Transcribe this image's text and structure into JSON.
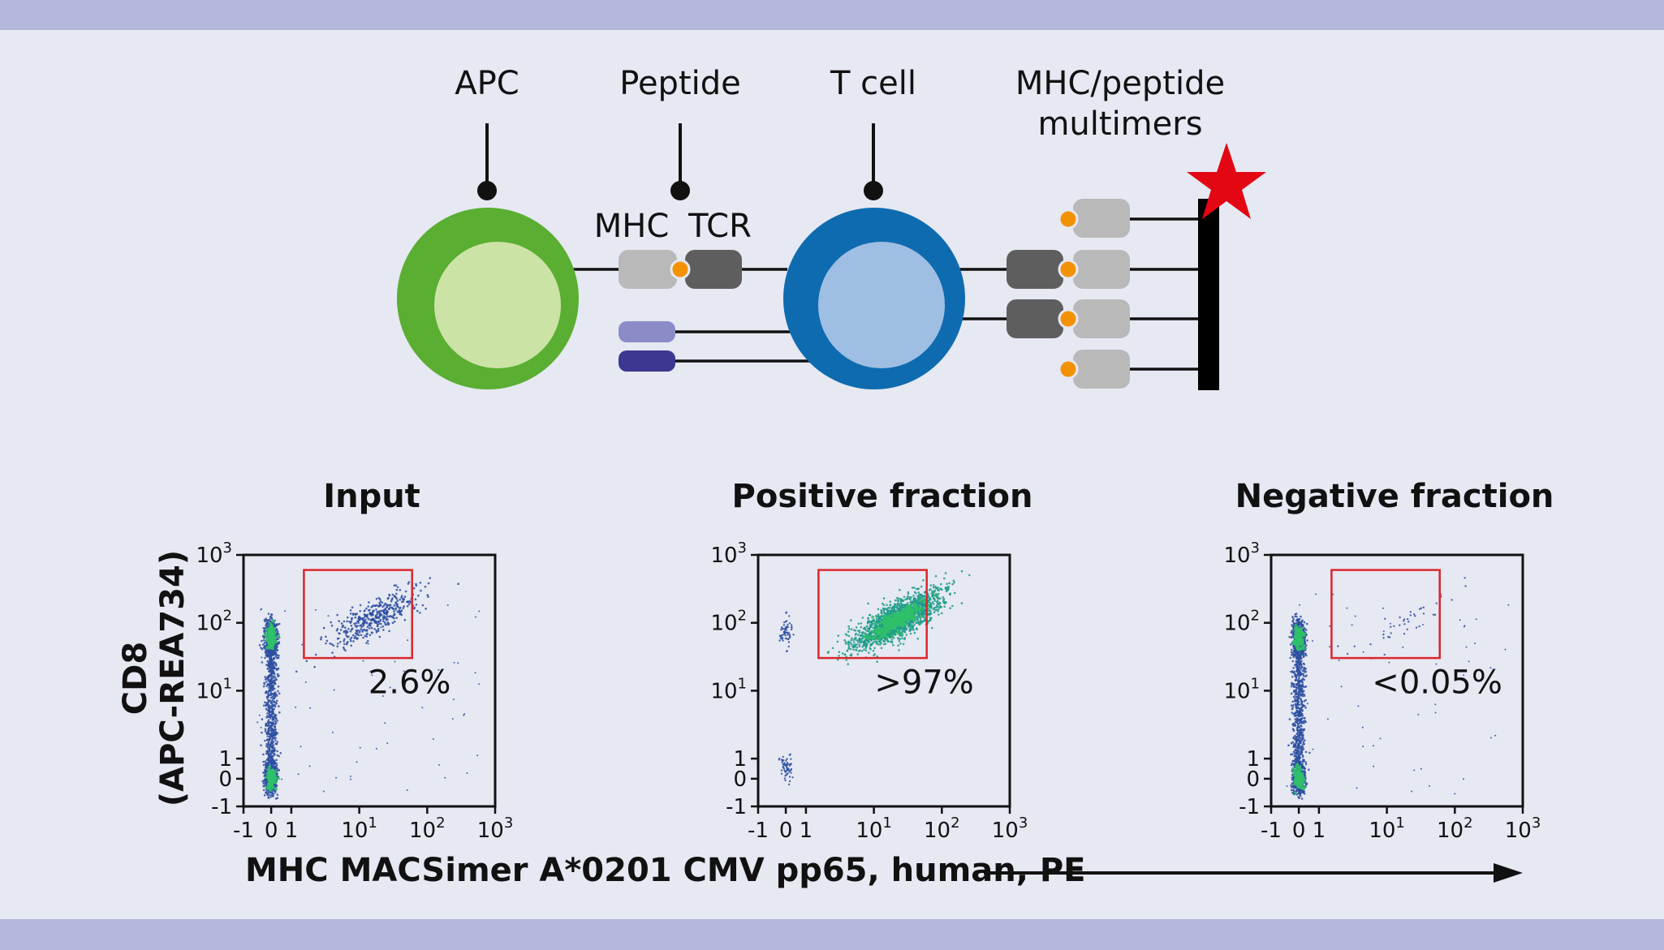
{
  "colors": {
    "band": "#b3b8dc",
    "background": "#e6e8f2",
    "apc_outer": "#5aae32",
    "apc_inner": "#cce3a6",
    "tcell_outer": "#0f6bb0",
    "tcell_inner": "#9ebfe3",
    "mhc": "#b9b9b9",
    "tcr": "#5e5e5e",
    "peptide": "#f39200",
    "cd_light": "#8b8cc7",
    "cd_dark": "#3c3790",
    "star": "#e30613",
    "gate": "#d9262c",
    "dots": "#2d4fa0"
  },
  "diagram": {
    "labels": {
      "apc": "APC",
      "peptide": "Peptide",
      "tcell": "T cell",
      "multimer_line1": "MHC/peptide",
      "multimer_line2": "multimers",
      "mhc": "MHC",
      "tcr": "TCR"
    },
    "icons": {
      "star": "star-icon"
    }
  },
  "plots": {
    "ylabel_line1": "CD8",
    "ylabel_line2": "(APC-REA734)",
    "xlabel": "MHC MACSimer A*0201 CMV pp65, human, PE",
    "y_ticks": [
      {
        "base": "10",
        "exp": "3",
        "value": 1000
      },
      {
        "base": "10",
        "exp": "2",
        "value": 100
      },
      {
        "base": "10",
        "exp": "1",
        "value": 10
      },
      {
        "base": "1",
        "exp": "",
        "value": 1
      },
      {
        "base": "0",
        "exp": "",
        "value": 0
      },
      {
        "base": "-1",
        "exp": "",
        "value": -1
      }
    ],
    "x_ticks": [
      {
        "base": "-1",
        "exp": "",
        "value": -1
      },
      {
        "base": "0",
        "exp": "",
        "value": 0
      },
      {
        "base": "1",
        "exp": "",
        "value": 1
      },
      {
        "base": "10",
        "exp": "1",
        "value": 10
      },
      {
        "base": "10",
        "exp": "2",
        "value": 100
      },
      {
        "base": "10",
        "exp": "3",
        "value": 1000
      }
    ],
    "panels": [
      {
        "title": "Input",
        "gate_percent": "2.6%"
      },
      {
        "title": "Positive  fraction",
        "gate_percent": ">97%"
      },
      {
        "title": "Negative fraction",
        "gate_percent": "<0.05%"
      }
    ]
  }
}
